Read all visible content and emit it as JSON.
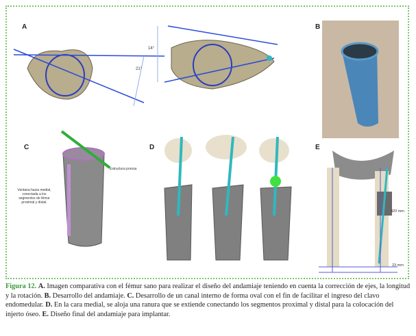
{
  "figure": {
    "panels": {
      "A": {
        "label": "A",
        "angle_1": "14°",
        "angle_2": "21°"
      },
      "B": {
        "label": "B"
      },
      "C": {
        "label": "C",
        "annotation_window": "Ventana hacia medial, conectada a los segmentos de fémur proximal y distal.",
        "annotation_porous": "Estructura porosa"
      },
      "D": {
        "label": "D"
      },
      "E": {
        "label": "E",
        "length_1": "420 mm",
        "length_2": "23 mm"
      }
    },
    "colors": {
      "border": "#7cc46a",
      "caption_title": "#3a9a3a",
      "nail": "#2fb8c0",
      "rod": "#2fae3a"
    }
  },
  "caption": {
    "title": "Figura 12.",
    "parts": [
      {
        "key": "A.",
        "text": " Imagen comparativa con el fémur sano para realizar el diseño del andamiaje teniendo en cuenta la corrección de ejes, la longitud y la rotación. "
      },
      {
        "key": "B.",
        "text": " Desarrollo del andamiaje. "
      },
      {
        "key": "C.",
        "text": " Desarrollo de un canal interno de forma oval con el fin de facilitar el ingreso del clavo endomedular. "
      },
      {
        "key": "D.",
        "text": " En la cara medial, se aloja una ranura que se extiende conectando los segmentos proximal y distal para la colocación del injerto óseo. "
      },
      {
        "key": "E.",
        "text": " Diseño final del andamiaje para implantar."
      }
    ]
  }
}
